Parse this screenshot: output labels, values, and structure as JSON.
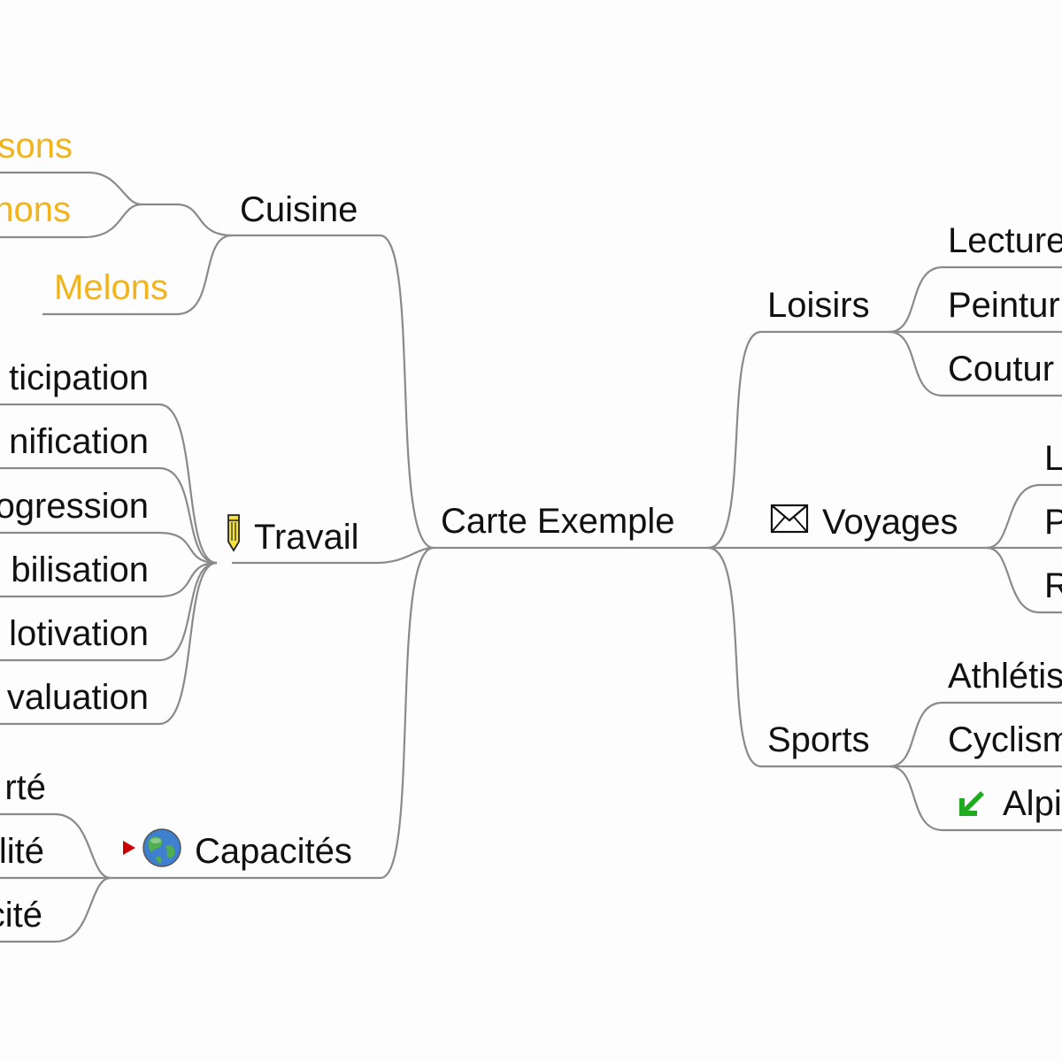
{
  "root": {
    "label": "Carte Exemple"
  },
  "colors": {
    "edge": "#8a8a8a",
    "text": "#111111",
    "highlight": "#f2b41c",
    "flag": "#cc0000",
    "arrow": "#1faa1f"
  },
  "left_branches": [
    {
      "label": "Cuisine",
      "icon": null,
      "children": [
        {
          "label": "sons",
          "color": "highlight"
        },
        {
          "label": "nons",
          "color": "highlight"
        },
        {
          "label": "Melons",
          "color": "highlight"
        }
      ]
    },
    {
      "label": "Travail",
      "icon": "pencil-icon",
      "children": [
        {
          "label": "ticipation"
        },
        {
          "label": "nification"
        },
        {
          "label": "ogression"
        },
        {
          "label": "bilisation"
        },
        {
          "label": "lotivation"
        },
        {
          "label": "valuation"
        }
      ]
    },
    {
      "label": "Capacités",
      "icon": "globe-icon",
      "flag": "red-triangle-icon",
      "children": [
        {
          "label": "rté"
        },
        {
          "label": "lité"
        },
        {
          "label": "cité"
        }
      ]
    }
  ],
  "right_branches": [
    {
      "label": "Loisirs",
      "icon": null,
      "children": [
        {
          "label": "Lecture"
        },
        {
          "label": "Peintur"
        },
        {
          "label": "Coutur"
        }
      ]
    },
    {
      "label": "Voyages",
      "icon": "envelope-icon",
      "children": [
        {
          "label": "L"
        },
        {
          "label": "P"
        },
        {
          "label": "R"
        }
      ]
    },
    {
      "label": "Sports",
      "icon": null,
      "children": [
        {
          "label": "Athlétis"
        },
        {
          "label": "Cyclism"
        },
        {
          "label": "Alpi",
          "icon": "green-arrow-icon"
        }
      ]
    }
  ]
}
